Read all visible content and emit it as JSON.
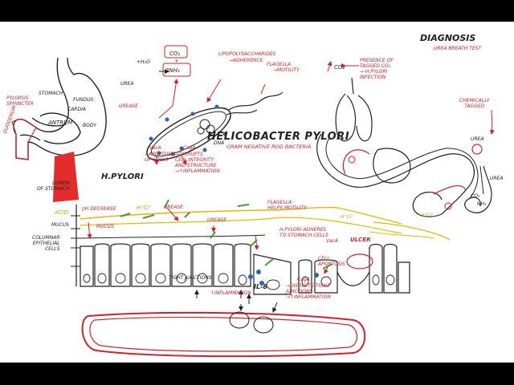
{
  "title": "HELICOBACTER PYLORI",
  "subtitle": "GRAM NEGATIVE ROD BACTERIA",
  "diagnosis": {
    "title": "DIAGNOSIS",
    "subtitle": "UREA BREATH TEST"
  },
  "stomach": {
    "pylorus": "PYLORUS\nSPHINCTER",
    "duodenum": "DUODENUM",
    "stomach": "STOMACH",
    "fundus": "FUNDUS",
    "cardia": "CARDIA",
    "body": "BODY",
    "antrum": "ANTRUM"
  },
  "bacterium": {
    "urea_formula": "UREA",
    "h2o": "+H₂O",
    "co2": "CO₂",
    "plus": "+",
    "nh3": "2NH₃",
    "lps": "LIPOPOLYSACCHARIDES",
    "adherence": "→ADHERENCE",
    "flagella": "FLAGELLA",
    "motility": "→MOTILITY",
    "urease": "UREASE",
    "dna": "DNA",
    "vaca": "VacA",
    "vaca_desc": "→APOPTOSIS\nUP COLLS",
    "caga": "CagA",
    "caga_desc": "→DISRUPTS\nCELL INTEGRITY\nAND STRUCTURE\n→↑INFLAMMATION"
  },
  "mucosa": {
    "hpylori": "H.PYLORI",
    "lumen": "LUMEN\nOF STOMACH",
    "acid": "ACID",
    "mucus": "MUCUS",
    "epithelial": "COLUMNAR\nEPITHELIAL\nCELLS",
    "ph_decrease": "pH DECREASE",
    "h_cl": "H⁺Cl⁻",
    "mucus_small": "MUCUS",
    "urease1": "UREASE",
    "urease2": "UREASE",
    "flagella_motility": "FLAGELLA\nHELPS MOTILITY",
    "hpylori_adheres": "H.PYLORI ADHERES\nTO STOMACH CELLS",
    "vaca": "VacA",
    "cell_apoptosis": "CELL\nAPOPTOSIS",
    "ulcer": "ULCER",
    "h_cl_right": "H⁺Cl⁻",
    "h_cl_far": "H⁺Cl⁻",
    "tight_junctions": "TIGHT JUNCTIONS",
    "il8": "IL-8",
    "caga": "CagA",
    "caga_desc": "→DISRUPTS TIGHT\nJUNCTIONS\n→↑INFLAMMATION",
    "inflammation": "↑INFLAMMATION"
  },
  "breath": {
    "co2": "CO₂",
    "presence": "PRESENCE OF\nTAGGED CO₂\n→ H.PYLORI\nINFECTION",
    "chemically_tagged": "CHEMICALLY\nTAGGED",
    "urea": "UREA",
    "urea2": "UREA",
    "co2_small": "CO₂",
    "nh3": "NH₃"
  },
  "colors": {
    "red": "#d4202a",
    "gold": "#e3b800",
    "blue": "#2a64b4",
    "green": "#4b9b3c",
    "ink": "#222222"
  }
}
